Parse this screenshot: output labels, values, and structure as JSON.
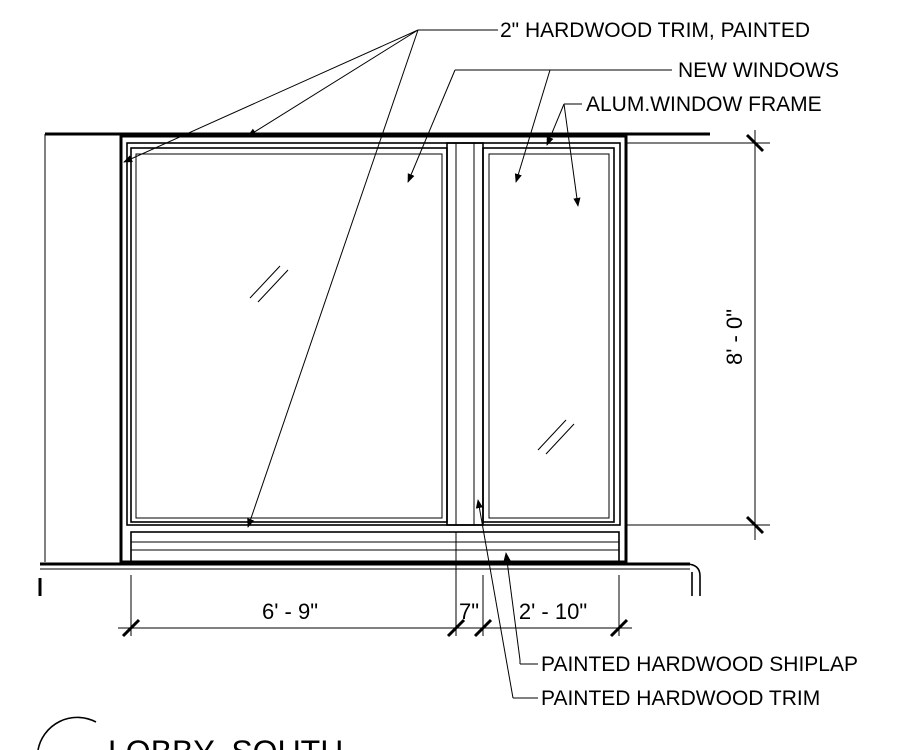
{
  "callouts": {
    "hardwood_trim": "2\" HARDWOOD TRIM, PAINTED",
    "new_windows": "NEW WINDOWS",
    "alum_frame": "ALUM.WINDOW FRAME",
    "shiplap": "PAINTED HARDWOOD SHIPLAP",
    "painted_trim": "PAINTED HARDWOOD TRIM"
  },
  "dimensions": {
    "height": "8' - 0\"",
    "left_width": "6' - 9\"",
    "mullion_width": "7\"",
    "right_width": "2' - 10\""
  },
  "view_title": "LOBBY- SOUTH"
}
